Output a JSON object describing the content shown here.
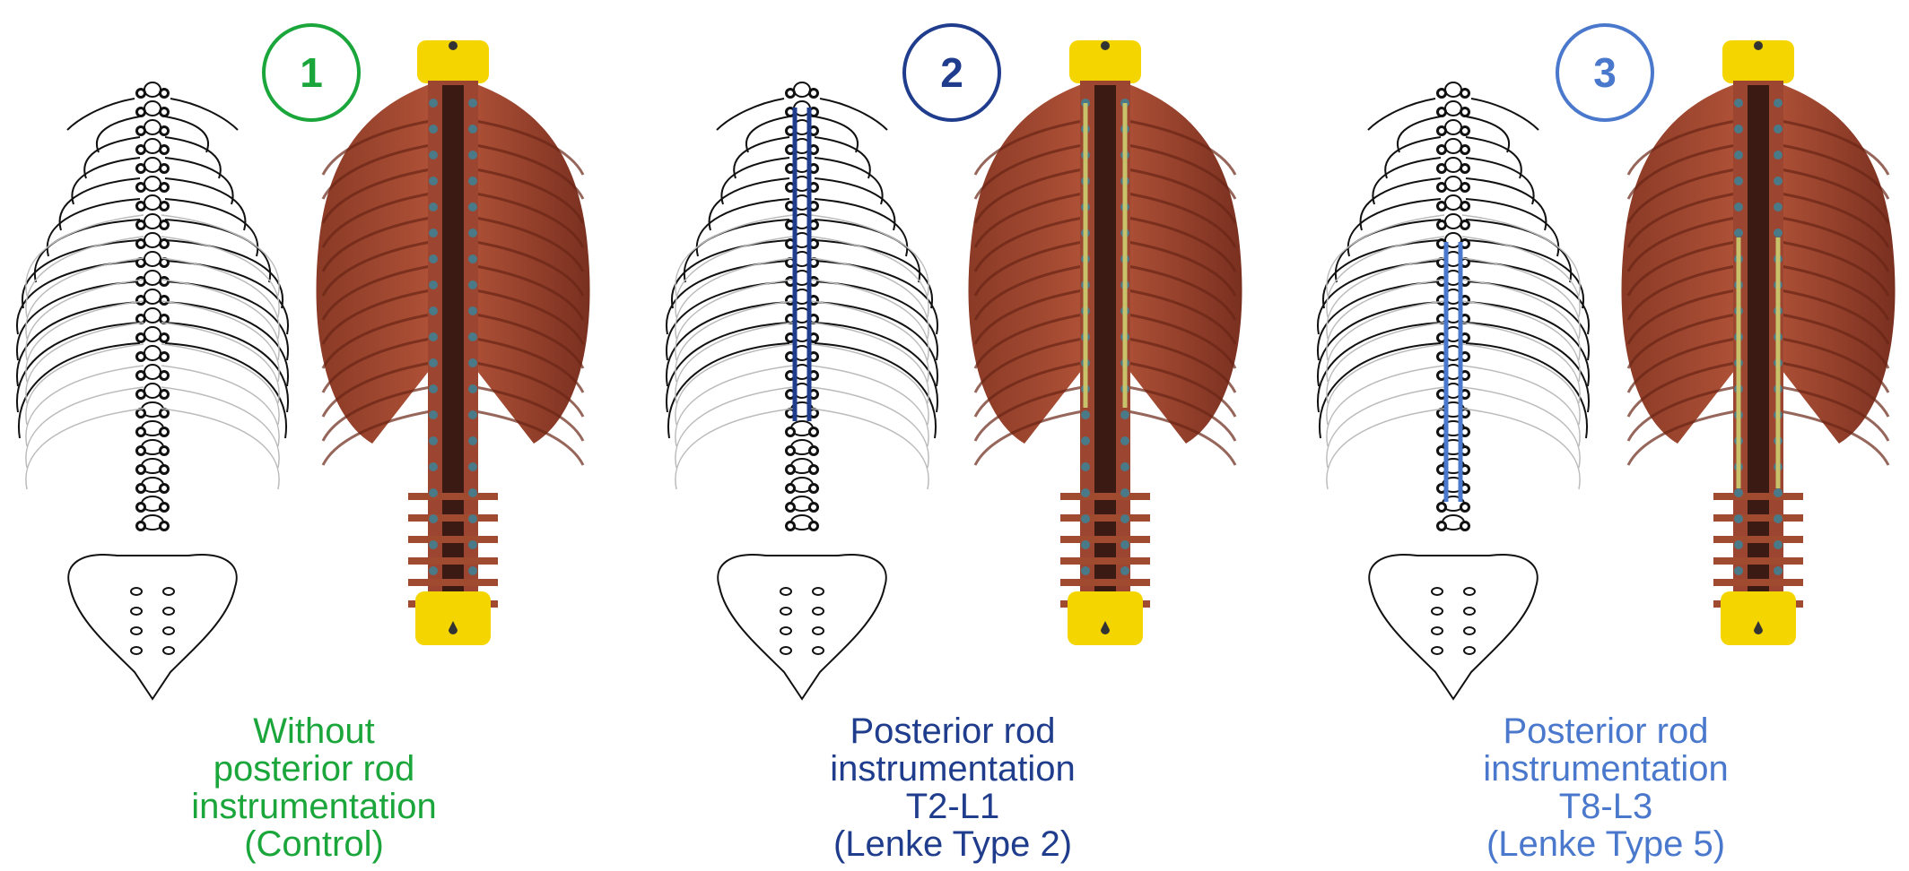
{
  "panels": [
    {
      "number": "1",
      "color": "#1aa63a",
      "caption_lines": [
        "Without",
        "posterior rod",
        "instrumentation",
        "(Control)"
      ],
      "rods": "none"
    },
    {
      "number": "2",
      "color": "#1f3d8c",
      "caption_lines": [
        "Posterior rod",
        "instrumentation",
        "T2-L1",
        "(Lenke Type 2)"
      ],
      "rods": "T2-L1"
    },
    {
      "number": "3",
      "color": "#4a78cc",
      "caption_lines": [
        "Posterior rod",
        "instrumentation",
        "T8-L3",
        "(Lenke Type 5)"
      ],
      "rods": "T8-L3"
    }
  ],
  "icons": {
    "drawing": "spine-line-drawing-icon",
    "specimen": "spine-specimen-photo-icon"
  },
  "colors": {
    "specimen_tissue": "#b5553a",
    "specimen_cap": "#f5d500",
    "rod_metal": "#c8c36a"
  }
}
